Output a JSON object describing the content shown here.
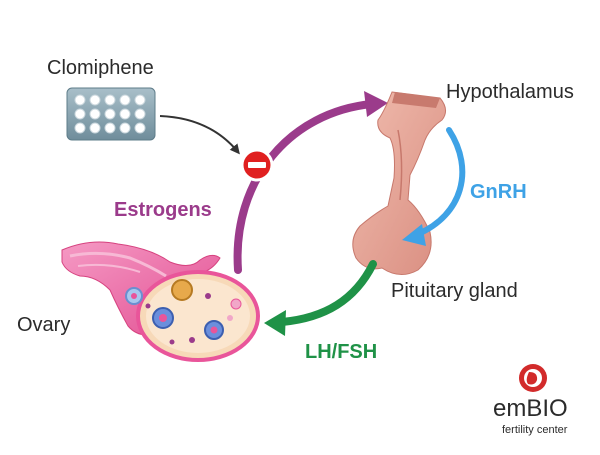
{
  "labels": {
    "clomiphene": "Clomiphene",
    "hypothalamus": "Hypothalamus",
    "gnrh": "GnRH",
    "estrogens": "Estrogens",
    "pituitary": "Pituitary gland",
    "ovary": "Ovary",
    "lhfsh": "LH/FSH"
  },
  "logo": {
    "brand": "emBIO",
    "tagline": "fertility center"
  },
  "colors": {
    "estrogen_arrow": "#9b3b8b",
    "gnrh_arrow": "#3ea2e6",
    "lhfsh_arrow": "#1f9247",
    "inhibit_sign": "#e02020",
    "gland": "#e8a89b",
    "ovary_pink": "#e9559a",
    "logo_red": "#d22b2b"
  },
  "icons": {
    "inhibit": "minus-circle-icon",
    "pill_pack": "blister-pack-icon"
  }
}
